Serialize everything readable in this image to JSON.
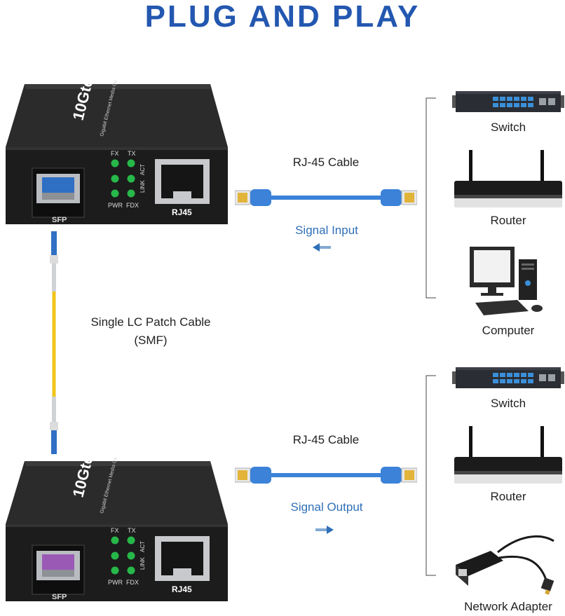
{
  "title": "PLUG AND PLAY",
  "colors": {
    "title": "#2357b0",
    "signal": "#2f6fb8",
    "cable": "#3b82d8",
    "patch": "#f0c419",
    "device": "#1f1f1f"
  },
  "converter": {
    "brand": "10Gtek",
    "subtitle": "Gigabit Ethernet Media Converter",
    "led_fx": "FX",
    "led_tx": "TX",
    "led_link": "LINK",
    "led_act": "ACT",
    "led_pwr": "PWR",
    "led_fdx": "FDX",
    "port_rj45": "RJ45",
    "port_sfp": "SFP"
  },
  "top": {
    "cable_label": "RJ-45 Cable",
    "signal_label": "Signal Input",
    "devices": [
      "Switch",
      "Router",
      "Computer"
    ]
  },
  "bottom": {
    "cable_label": "RJ-45 Cable",
    "signal_label": "Signal Output",
    "devices": [
      "Switch",
      "Router",
      "Network Adapter"
    ]
  },
  "patch": {
    "line1": "Single LC Patch Cable",
    "line2": "(SMF)"
  }
}
